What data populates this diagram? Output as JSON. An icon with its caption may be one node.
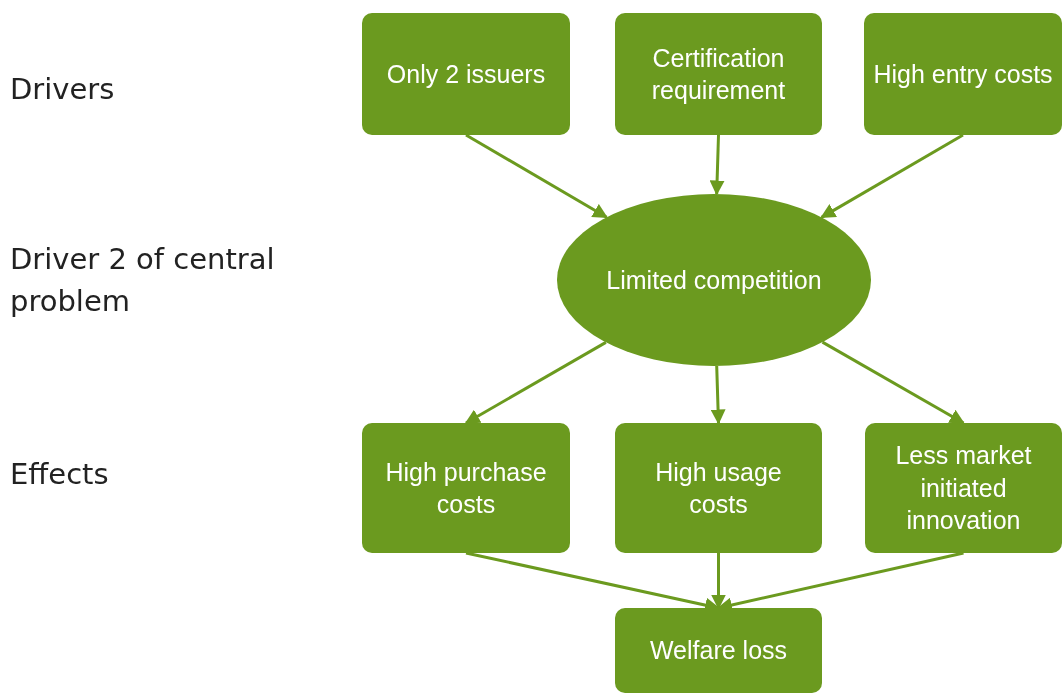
{
  "diagram": {
    "nodes": [
      {
        "text": [
          "Only 2 issuers"
        ]
      },
      {
        "text": [
          "Certification requirement"
        ]
      },
      {
        "text": [
          "High entry costs"
        ]
      },
      {
        "text": [
          "Limited competition"
        ]
      },
      {
        "text": [
          "High purchase costs"
        ]
      },
      {
        "text": [
          "High usage costs"
        ]
      },
      {
        "text": [
          "Less market initiated innovation"
        ]
      },
      {
        "text": [
          "Welfare loss"
        ]
      }
    ],
    "edges": [
      {
        "from": 0,
        "to": 3,
        "arrow": "to"
      },
      {
        "from": 1,
        "to": 3,
        "arrow": "to"
      },
      {
        "from": 2,
        "to": 3,
        "arrow": "to"
      },
      {
        "from": 3,
        "to": 4,
        "arrow": "to"
      },
      {
        "from": 3,
        "to": 5,
        "arrow": "to"
      },
      {
        "from": 3,
        "to": 6,
        "arrow": "to"
      },
      {
        "from": 4,
        "to": 7,
        "arrow": "to"
      },
      {
        "from": 5,
        "to": 7,
        "arrow": "to"
      },
      {
        "from": 6,
        "to": 7,
        "arrow": "to"
      }
    ],
    "labels": [
      "Drivers",
      "Driver 2 of central problem",
      "Effects"
    ]
  }
}
